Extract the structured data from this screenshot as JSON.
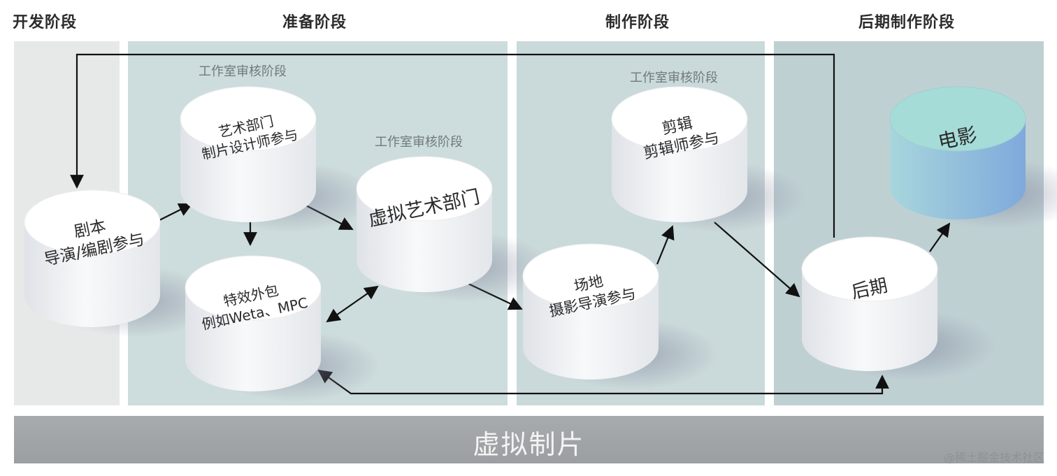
{
  "phases": [
    {
      "title": "开发阶段"
    },
    {
      "title": "准备阶段"
    },
    {
      "title": "制作阶段"
    },
    {
      "title": "后期制作阶段"
    }
  ],
  "review_labels": [
    "工作室审核阶段",
    "工作室审核阶段",
    "工作室审核阶段"
  ],
  "nodes": {
    "script": {
      "lines": [
        "剧本",
        "导演/编剧参与"
      ]
    },
    "art": {
      "lines": [
        "艺术部门",
        "制片设计师参与"
      ]
    },
    "vfx": {
      "lines": [
        "特效外包",
        "例如Weta、MPC"
      ]
    },
    "virtual": {
      "lines": [
        "虚拟艺术部门"
      ]
    },
    "location": {
      "lines": [
        "场地",
        "摄影导演参与"
      ]
    },
    "edit": {
      "lines": [
        "剪辑",
        "剪辑师参与"
      ]
    },
    "post": {
      "lines": [
        "后期"
      ]
    },
    "film": {
      "lines": [
        "电影"
      ]
    }
  },
  "bottom_bar": {
    "label": "虚拟制片"
  },
  "watermark": "@稀土掘金技术社区",
  "colors": {
    "panel_dev": "#e7e9e9",
    "panel_prep": "#cddcdc",
    "panel_prod": "#cad9da",
    "panel_post": "#bfd0d3",
    "cylinder": "#f4f5f7",
    "film_top": "#a6dcd8",
    "film_side": "#86b4de",
    "arrow": "#111111"
  }
}
